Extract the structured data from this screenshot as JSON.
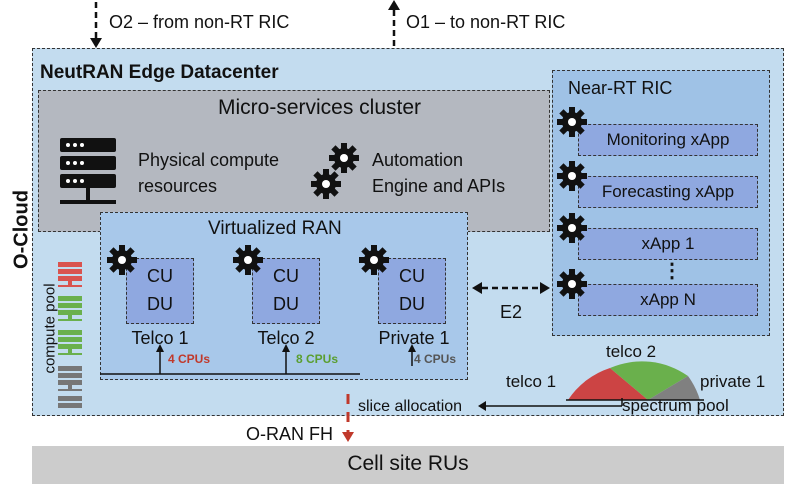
{
  "top": {
    "o2_label": "O2 – from non-RT RIC",
    "o1_label": "O1 – to non-RT RIC"
  },
  "ocloud_label": "O-Cloud",
  "datacenter": {
    "title": "NeutRAN Edge Datacenter",
    "microservices": {
      "title": "Micro-services cluster",
      "physical_line1": "Physical compute",
      "physical_line2": "resources",
      "automation_line1": "Automation",
      "automation_line2": "Engine and APIs"
    },
    "vran": {
      "title": "Virtualized RAN",
      "tenants": [
        {
          "cu": "CU",
          "du": "DU",
          "name": "Telco 1",
          "cpus": "4 CPUs",
          "color": "#c0392b"
        },
        {
          "cu": "CU",
          "du": "DU",
          "name": "Telco 2",
          "cpus": "8 CPUs",
          "color": "#5a9e2f"
        },
        {
          "cu": "CU",
          "du": "DU",
          "name": "Private 1",
          "cpus": "4 CPUs",
          "color": "#555555"
        }
      ]
    },
    "compute_pool_label": "compute pool",
    "e2_label": "E2",
    "ric": {
      "title": "Near-RT RIC",
      "xapps": [
        "Monitoring xApp",
        "Forecasting xApp",
        "xApp 1",
        "xApp N"
      ],
      "ellipsis": "⋮"
    },
    "spectrum": {
      "telco1": "telco 1",
      "telco2": "telco 2",
      "private1": "private 1",
      "pool": "spectrum pool",
      "slice_allocation": "slice allocation",
      "colors": {
        "telco1": "#cc4444",
        "telco2": "#6ab04c",
        "private1": "#808080"
      }
    }
  },
  "fronthaul_label": "O-RAN FH",
  "cell_site_label": "Cell site RUs",
  "colors": {
    "datacenter_bg": "#c3dcef",
    "microservices_bg": "#b4b8c0",
    "vran_bg": "#a8c8ea",
    "ric_bg": "#9fc2e6",
    "xapp_bg": "#8fa8e0",
    "cudu_bg": "#8fa8e0",
    "cellsite_bg": "#cccccc",
    "fh_arrow": "#c0392b"
  }
}
